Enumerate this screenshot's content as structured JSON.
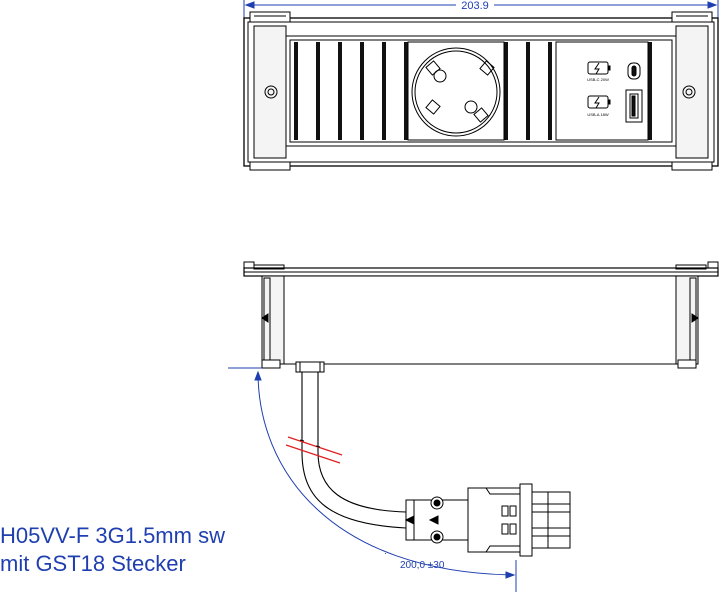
{
  "dimensions": {
    "overall_width": "203.9",
    "cable_length": "200,0 ±30"
  },
  "usb_labels": {
    "usb_c": "USB-C 20W",
    "usb_a": "USB-A 18W"
  },
  "caption": {
    "line1": "H05VV-F 3G1.5mm sw",
    "line2": "mit GST18 Stecker"
  },
  "colors": {
    "dimension": "#1f3fb0",
    "cable_break": "#e02020",
    "outline": "#000000"
  }
}
